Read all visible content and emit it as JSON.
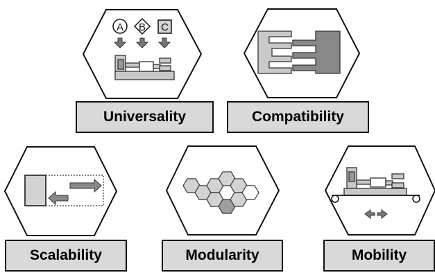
{
  "colors": {
    "hex_stroke": "#111111",
    "label_fill": "#d9d9d9",
    "light_gray": "#d3d3d3",
    "mid_gray": "#9e9e9e",
    "dark_gray": "#888888"
  },
  "universality": {
    "label": "Universality",
    "markers": [
      "A",
      "B",
      "C"
    ]
  },
  "compatibility": {
    "label": "Compatibility"
  },
  "scalability": {
    "label": "Scalability"
  },
  "modularity": {
    "label": "Modularity"
  },
  "mobility": {
    "label": "Mobility"
  }
}
